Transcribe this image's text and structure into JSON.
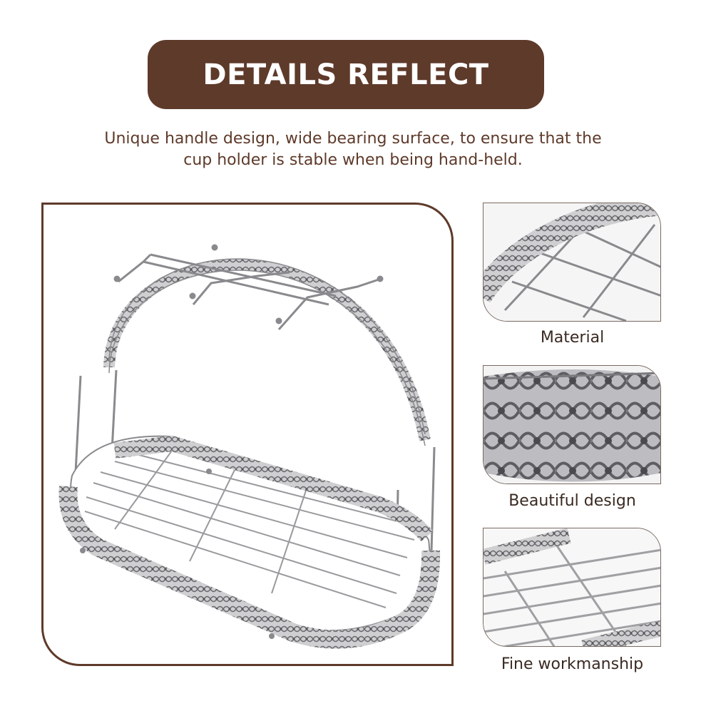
{
  "banner": {
    "title": "DETAILS REFLECT"
  },
  "description": {
    "line1": "Unique handle design, wide bearing surface, to ensure that the",
    "line2": "cup holder is stable when being hand-held."
  },
  "details": [
    {
      "caption": "Material"
    },
    {
      "caption": "Beautiful design"
    },
    {
      "caption": "Fine workmanship"
    }
  ],
  "colors": {
    "brand": "#5e3a2a",
    "metal": "#9a9a9e",
    "metal_dark": "#5c5c60"
  }
}
